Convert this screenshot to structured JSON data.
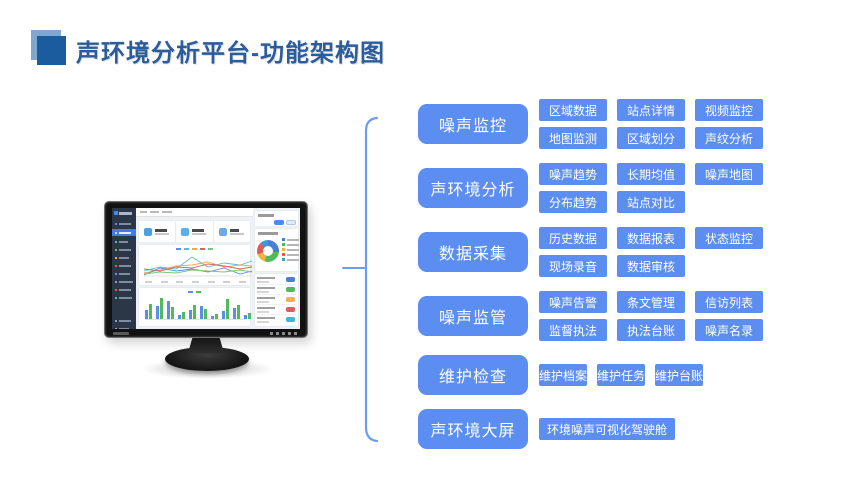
{
  "page": {
    "title": "声环境分析平台-功能架构图"
  },
  "architecture": {
    "groups": [
      {
        "category": "噪声监控",
        "items": [
          "区域数据",
          "站点详情",
          "视频监控",
          "地图监测",
          "区域划分",
          "声纹分析"
        ]
      },
      {
        "category": "声环境分析",
        "items": [
          "噪声趋势",
          "长期均值",
          "噪声地图",
          "分布趋势",
          "站点对比"
        ]
      },
      {
        "category": "数据采集",
        "items": [
          "历史数据",
          "数据报表",
          "状态监控",
          "现场录音",
          "数据审核"
        ]
      },
      {
        "category": "噪声监管",
        "items": [
          "噪声告警",
          "条文管理",
          "信访列表",
          "监督执法",
          "执法台账",
          "噪声名录"
        ]
      },
      {
        "category": "维护检查",
        "items": [
          "维护档案",
          "维护任务",
          "维护台账"
        ]
      },
      {
        "category": "声环境大屏",
        "items": [
          "环境噪声可视化驾驶舱"
        ]
      }
    ]
  },
  "colors": {
    "box_blue": "#5b8ef0",
    "title_blue": "#2b5c9c",
    "bracket_blue": "#6d9bf0",
    "title_icon_dark": "#1a5c9e",
    "title_icon_light": "#7fa7cf"
  }
}
